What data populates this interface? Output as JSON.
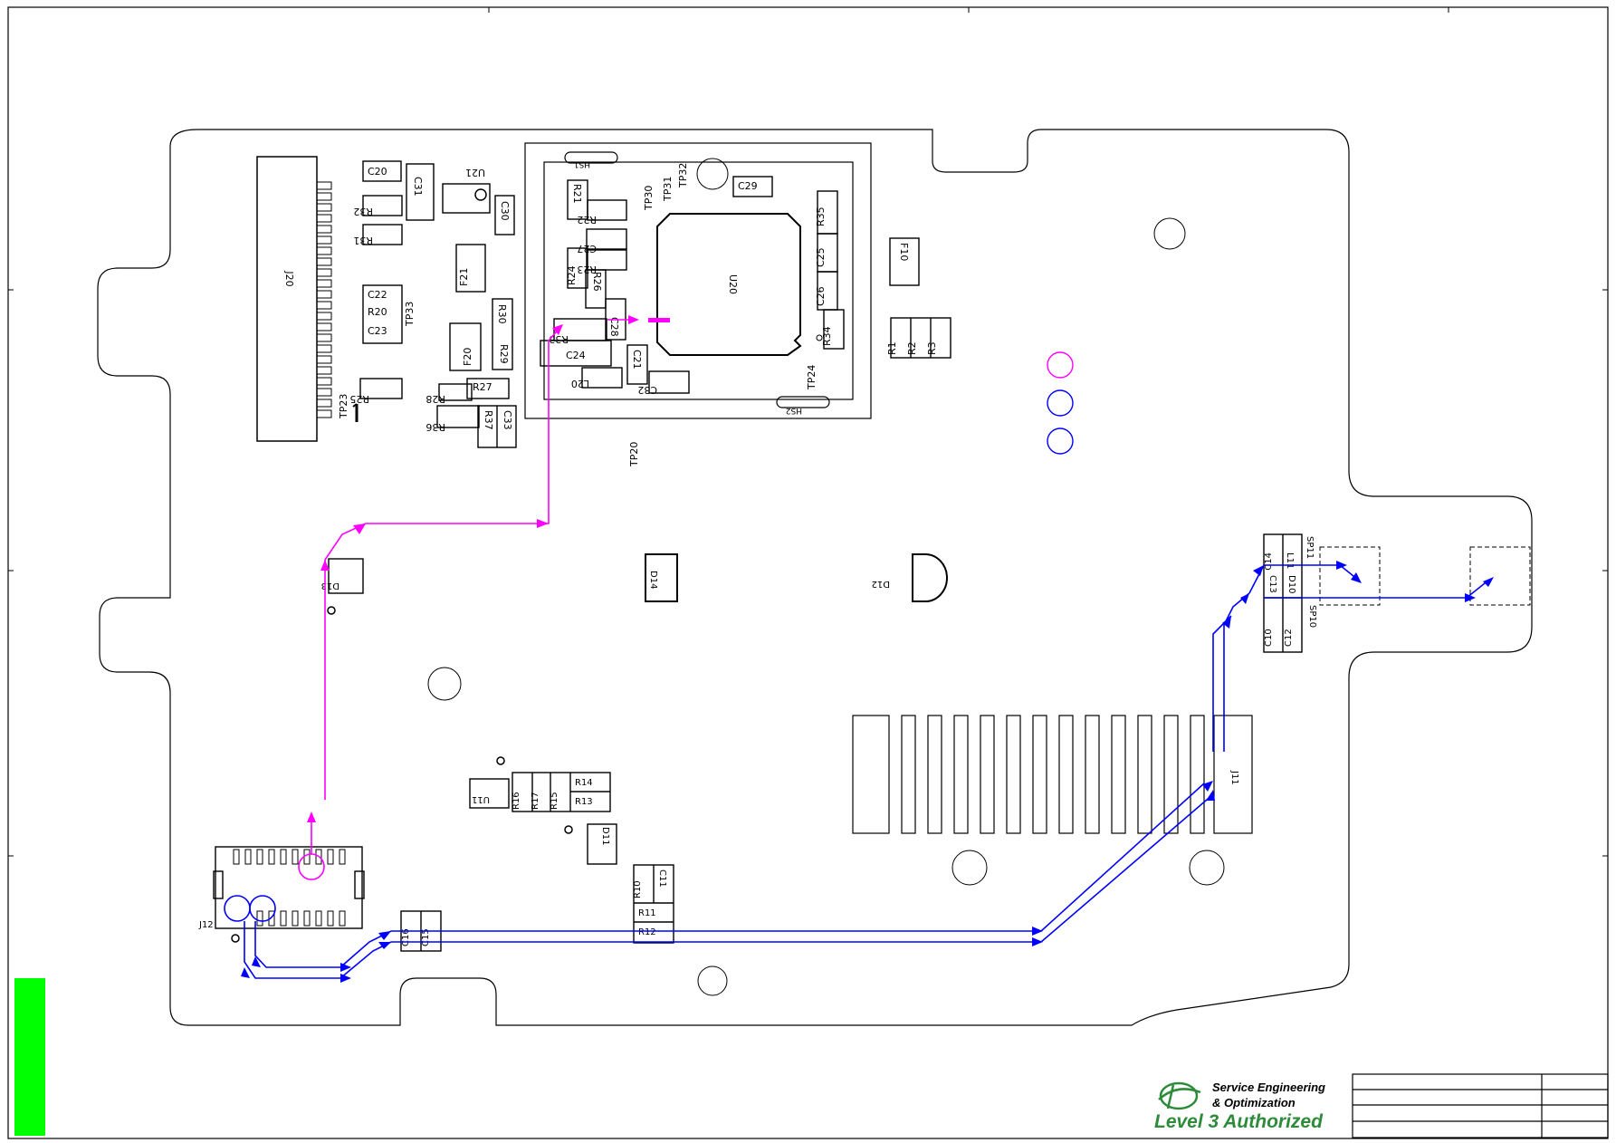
{
  "colors": {
    "outline": "#000000",
    "trace_primary": "#ff00ff",
    "trace_secondary": "#0000ff",
    "status_bar": "#00ff00",
    "logo_green": "#2e8b3a"
  },
  "components": {
    "J20": "J20",
    "C20": "C20",
    "C31": "C31",
    "U21": "U21",
    "C30": "C30",
    "R32": "R32",
    "R31": "R31",
    "F21": "F21",
    "C22": "C22",
    "R20": "R20",
    "C23": "C23",
    "TP33": "TP33",
    "R30": "R30",
    "F20": "F20",
    "R29": "R29",
    "R27": "R27",
    "R28": "R28",
    "R25": "R25",
    "TP23": "TP23",
    "R36": "R36",
    "R37": "R37",
    "C33": "C33",
    "HS1": "HS1",
    "R21": "R21",
    "R22": "R22",
    "TP30": "TP30",
    "TP31": "TP31",
    "TP32": "TP32",
    "C29": "C29",
    "R35": "R35",
    "C27": "C27",
    "R23": "R23",
    "R24": "R24",
    "R26": "R26",
    "C25": "C25",
    "U20": "U20",
    "C26": "C26",
    "F10": "F10",
    "R34": "R34",
    "C28": "C28",
    "R33": "R33",
    "R1": "R1",
    "R2": "R2",
    "R3": "R3",
    "C24": "C24",
    "C21": "C21",
    "L20": "L20",
    "C32": "C32",
    "TP24": "TP24",
    "HS2": "HS2",
    "TP20": "TP20",
    "D13": "D13",
    "D14": "D14",
    "D12": "D12",
    "C14": "C14",
    "L11": "L11",
    "SP11": "SP11",
    "C13": "C13",
    "D10": "D10",
    "SP10": "SP10",
    "C10": "C10",
    "C12": "C12",
    "J11": "J11",
    "U11": "U11",
    "R16": "R16",
    "R17": "R17",
    "R15": "R15",
    "R14": "R14",
    "R13": "R13",
    "D11": "D11",
    "R10": "R10",
    "C11": "C11",
    "R11": "R11",
    "R12": "R12",
    "J12": "J12",
    "C16": "C16",
    "C15": "C15"
  },
  "logo": {
    "line1": "Service Engineering",
    "line2": "& Optimization",
    "line3": "Level 3 Authorized"
  }
}
